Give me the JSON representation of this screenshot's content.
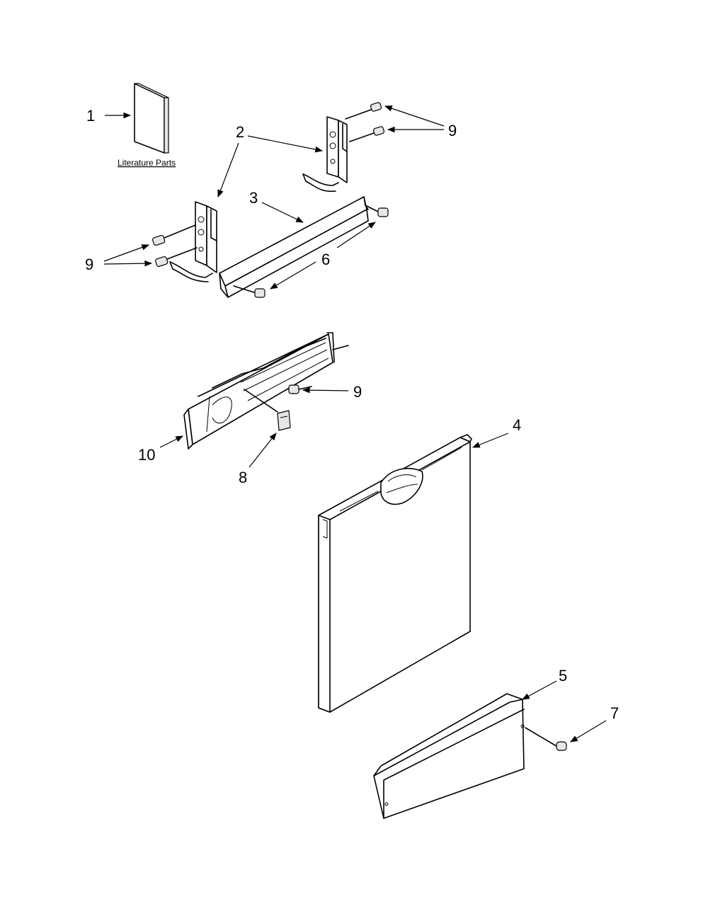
{
  "caption": "Literature Parts",
  "callouts": {
    "c1": "1",
    "c2": "2",
    "c3": "3",
    "c4": "4",
    "c5": "5",
    "c6": "6",
    "c7": "7",
    "c8": "8",
    "c9_top": "9",
    "c9_left": "9",
    "c9_mid": "9",
    "c10": "10"
  }
}
